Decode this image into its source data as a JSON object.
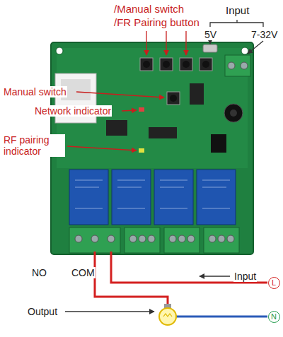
{
  "diagram": {
    "nodes": [
      {
        "text": [
          "L"
        ]
      },
      {
        "text": [
          "N"
        ]
      }
    ],
    "labels": [
      "/Manual switch",
      "/FR Pairing button",
      "Input",
      "5V",
      "7-32V",
      "Manual switch",
      "Network indicator",
      "RF pairing indicator",
      "NO",
      "COM",
      "Input",
      "Output"
    ]
  }
}
